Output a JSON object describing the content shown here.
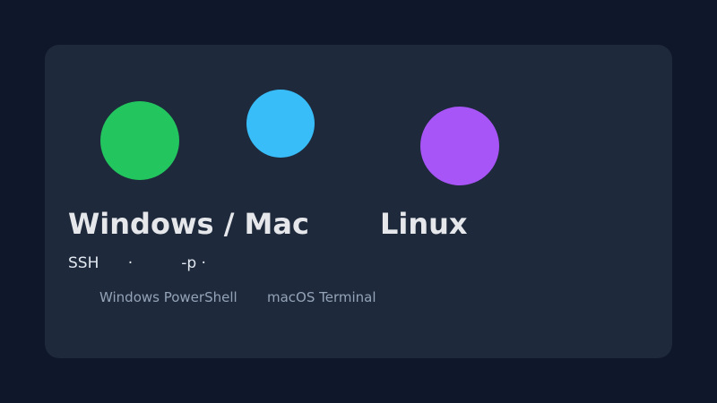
{
  "colors": {
    "background": "#0f172a",
    "card": "#1e293b",
    "dot_green": "#22c55e",
    "dot_blue": "#38bdf8",
    "dot_purple": "#a855f7"
  },
  "headings": {
    "left": "Windows / Mac",
    "right": "Linux"
  },
  "command_line": "SSH      ·          -p ·",
  "terminals": {
    "windows": "Windows PowerShell",
    "mac": "macOS Terminal"
  }
}
